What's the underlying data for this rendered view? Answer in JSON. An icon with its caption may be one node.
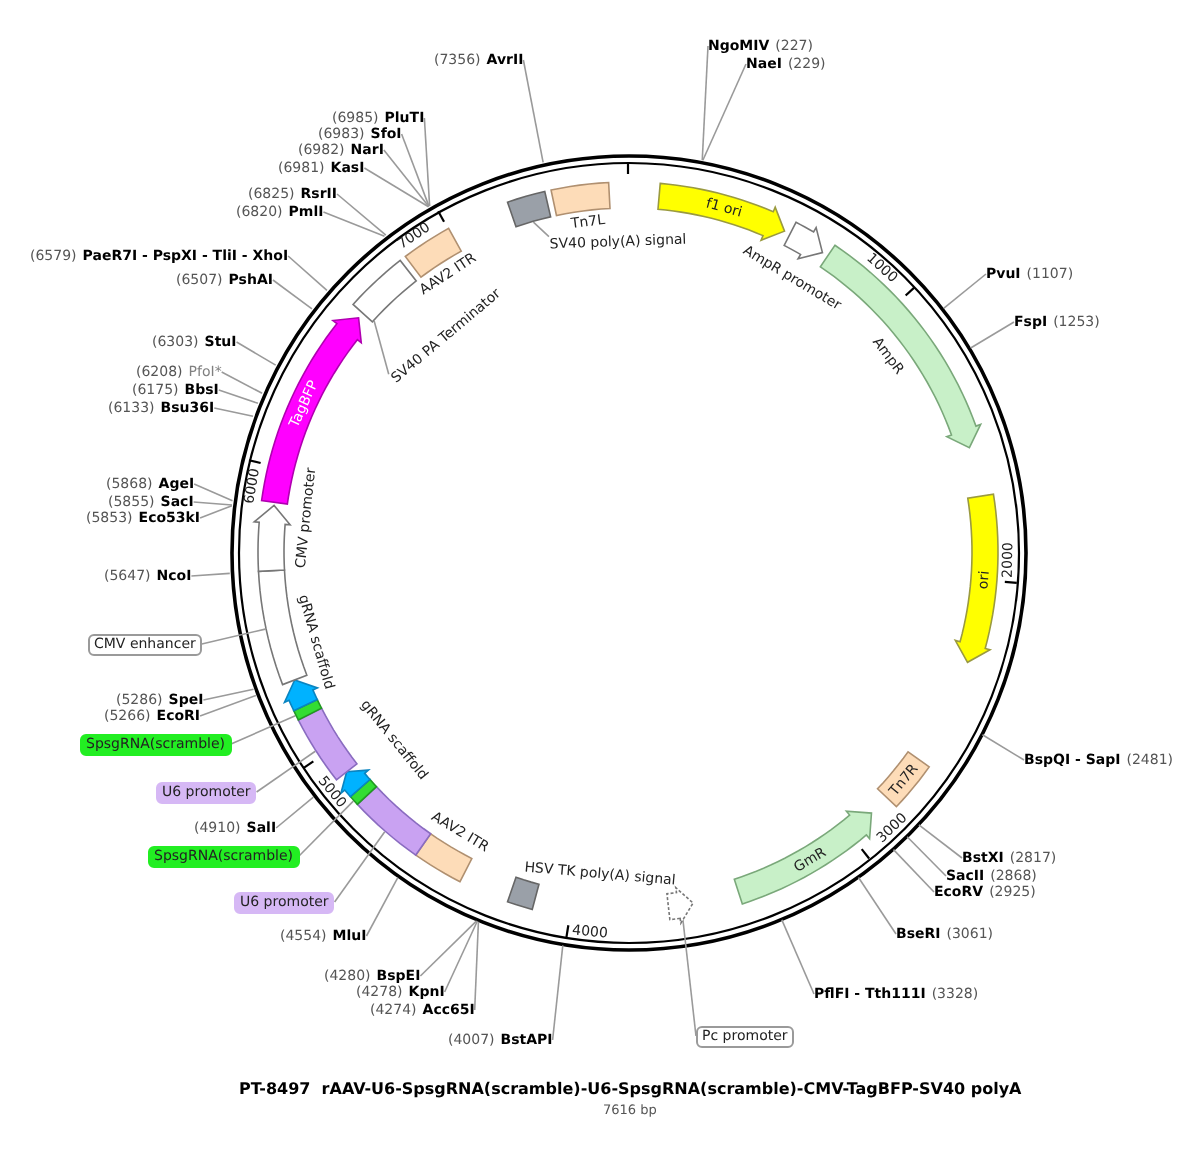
{
  "diagram": {
    "title": "PT-8497  rAAV-U6-SpsgRNA(scramble)-U6-SpsgRNA(scramble)-CMV-TagBFP-SV40 polyA",
    "caption": "7616 bp",
    "nodes": [
      {
        "text": [],
        "shape": "circle"
      },
      {
        "text": [
          "f1 ori"
        ],
        "in": 0
      },
      {
        "text": [
          "AmpR promoter"
        ],
        "in": 0
      },
      {
        "text": [
          "AmpR"
        ],
        "in": 0
      },
      {
        "text": [
          "ori"
        ],
        "in": 0
      },
      {
        "text": [
          "Tn7R"
        ],
        "in": 0
      },
      {
        "text": [
          "GmR"
        ],
        "in": 0
      },
      {
        "text": [],
        "shape": "arrow",
        "in": 0
      },
      {
        "text": [
          "HSV TK poly(A) signal"
        ],
        "in": 0
      },
      {
        "text": [
          "AAV2 ITR"
        ],
        "in": 0
      },
      {
        "text": [],
        "shape": "bar",
        "in": 0
      },
      {
        "text": [],
        "shape": "bar",
        "in": 0
      },
      {
        "text": [
          "gRNA scaffold"
        ],
        "in": 0
      },
      {
        "text": [],
        "shape": "bar",
        "in": 0
      },
      {
        "text": [],
        "shape": "bar",
        "in": 0
      },
      {
        "text": [
          "gRNA scaffold"
        ],
        "in": 0
      },
      {
        "text": [],
        "shape": "bar",
        "in": 0
      },
      {
        "text": [
          "CMV promoter"
        ],
        "in": 0
      },
      {
        "text": [
          "TagBFP"
        ],
        "in": 0
      },
      {
        "text": [],
        "shape": "box",
        "in": 0
      },
      {
        "text": [
          "AAV2 ITR"
        ],
        "in": 0
      },
      {
        "text": [],
        "shape": "box",
        "in": 0
      },
      {
        "text": [
          "Tn7L"
        ],
        "in": 0
      },
      {
        "text": [
          "NgoMIV"
        ],
        "beside": [
          "(227)"
        ]
      },
      {
        "text": [
          "NaeI"
        ],
        "beside": [
          "(229)"
        ]
      },
      {
        "text": [
          "PvuI"
        ],
        "beside": [
          "(1107)"
        ]
      },
      {
        "text": [
          "FspI"
        ],
        "beside": [
          "(1253)"
        ]
      },
      {
        "text": [
          "BspQI - SapI"
        ],
        "beside": [
          "(2481)"
        ]
      },
      {
        "text": [
          "BstXI"
        ],
        "beside": [
          "(2817)"
        ]
      },
      {
        "text": [
          "SacII"
        ],
        "beside": [
          "(2868)"
        ]
      },
      {
        "text": [
          "EcoRV"
        ],
        "beside": [
          "(2925)"
        ]
      },
      {
        "text": [
          "BseRI"
        ],
        "beside": [
          "(3061)"
        ]
      },
      {
        "text": [
          "PflFI - Tth111I"
        ],
        "beside": [
          "(3328)"
        ]
      },
      {
        "text": [
          "Pc promoter"
        ]
      },
      {
        "text": [
          "BstAPI"
        ],
        "beside": [
          "(4007)"
        ]
      },
      {
        "text": [
          "BspEI"
        ],
        "beside": [
          "(4280)"
        ]
      },
      {
        "text": [
          "KpnI"
        ],
        "beside": [
          "(4278)"
        ]
      },
      {
        "text": [
          "Acc65I"
        ],
        "beside": [
          "(4274)"
        ]
      },
      {
        "text": [
          "MluI"
        ],
        "beside": [
          "(4554)"
        ]
      },
      {
        "text": [
          "U6 promoter"
        ]
      },
      {
        "text": [
          "SpsgRNA(scramble)"
        ]
      },
      {
        "text": [
          "SalI"
        ],
        "beside": [
          "(4910)"
        ]
      },
      {
        "text": [
          "U6 promoter"
        ]
      },
      {
        "text": [
          "SpsgRNA(scramble)"
        ]
      },
      {
        "text": [
          "EcoRI"
        ],
        "beside": [
          "(5266)"
        ]
      },
      {
        "text": [
          "SpeI"
        ],
        "beside": [
          "(5286)"
        ]
      },
      {
        "text": [
          "CMV enhancer"
        ]
      },
      {
        "text": [
          "NcoI"
        ],
        "beside": [
          "(5647)"
        ]
      },
      {
        "text": [
          "Eco53kI"
        ],
        "beside": [
          "(5853)"
        ]
      },
      {
        "text": [
          "SacI"
        ],
        "beside": [
          "(5855)"
        ]
      },
      {
        "text": [
          "AgeI"
        ],
        "beside": [
          "(5868)"
        ]
      },
      {
        "text": [
          "Bsu36I"
        ],
        "beside": [
          "(6133)"
        ]
      },
      {
        "text": [
          "BbsI"
        ],
        "beside": [
          "(6175)"
        ]
      },
      {
        "text": [
          "PfoI*"
        ],
        "beside": [
          "(6208)"
        ]
      },
      {
        "text": [
          "StuI"
        ],
        "beside": [
          "(6303)"
        ]
      },
      {
        "text": [
          "PshAI"
        ],
        "beside": [
          "(6507)"
        ]
      },
      {
        "text": [
          "PaeR7I - PspXI - TliI - XhoI"
        ],
        "beside": [
          "(6579)"
        ]
      },
      {
        "text": [
          "PmlI"
        ],
        "beside": [
          "(6820)"
        ]
      },
      {
        "text": [
          "RsrII"
        ],
        "beside": [
          "(6825)"
        ]
      },
      {
        "text": [
          "KasI"
        ],
        "beside": [
          "(6981)"
        ]
      },
      {
        "text": [
          "NarI"
        ],
        "beside": [
          "(6982)"
        ]
      },
      {
        "text": [
          "SfoI"
        ],
        "beside": [
          "(6983)"
        ]
      },
      {
        "text": [
          "PluTI"
        ],
        "beside": [
          "(6985)"
        ]
      },
      {
        "text": [
          "AvrII"
        ],
        "beside": [
          "(7356)"
        ]
      },
      {
        "text": [
          "SV40 PA Terminator"
        ],
        "in": 0
      },
      {
        "text": [
          "SV40 poly(A) signal"
        ],
        "in": 0
      }
    ],
    "edges": [
      {
        "from": 23,
        "to": 0,
        "arrow": "none"
      },
      {
        "from": 24,
        "to": 0,
        "arrow": "none"
      },
      {
        "from": 25,
        "to": 0,
        "arrow": "none"
      },
      {
        "from": 26,
        "to": 0,
        "arrow": "none"
      },
      {
        "from": 27,
        "to": 0,
        "arrow": "none"
      },
      {
        "from": 28,
        "to": 0,
        "arrow": "none"
      },
      {
        "from": 29,
        "to": 0,
        "arrow": "none"
      },
      {
        "from": 30,
        "to": 0,
        "arrow": "none"
      },
      {
        "from": 31,
        "to": 0,
        "arrow": "none"
      },
      {
        "from": 32,
        "to": 0,
        "arrow": "none"
      },
      {
        "from": 33,
        "to": 7,
        "arrow": "none"
      },
      {
        "from": 34,
        "to": 0,
        "arrow": "none"
      },
      {
        "from": 35,
        "to": 0,
        "arrow": "none"
      },
      {
        "from": 36,
        "to": 0,
        "arrow": "none"
      },
      {
        "from": 37,
        "to": 0,
        "arrow": "none"
      },
      {
        "from": 38,
        "to": 0,
        "arrow": "none"
      },
      {
        "from": 39,
        "to": 10,
        "arrow": "none"
      },
      {
        "from": 40,
        "to": 11,
        "arrow": "none"
      },
      {
        "from": 41,
        "to": 0,
        "arrow": "none"
      },
      {
        "from": 42,
        "to": 13,
        "arrow": "none"
      },
      {
        "from": 43,
        "to": 14,
        "arrow": "none"
      },
      {
        "from": 44,
        "to": 0,
        "arrow": "none"
      },
      {
        "from": 45,
        "to": 0,
        "arrow": "none"
      },
      {
        "from": 46,
        "to": 16,
        "arrow": "none"
      },
      {
        "from": 47,
        "to": 0,
        "arrow": "none"
      },
      {
        "from": 48,
        "to": 0,
        "arrow": "none"
      },
      {
        "from": 49,
        "to": 0,
        "arrow": "none"
      },
      {
        "from": 50,
        "to": 0,
        "arrow": "none"
      },
      {
        "from": 51,
        "to": 0,
        "arrow": "none"
      },
      {
        "from": 52,
        "to": 0,
        "arrow": "none"
      },
      {
        "from": 53,
        "to": 0,
        "arrow": "none"
      },
      {
        "from": 54,
        "to": 0,
        "arrow": "none"
      },
      {
        "from": 55,
        "to": 0,
        "arrow": "none"
      },
      {
        "from": 56,
        "to": 0,
        "arrow": "none"
      },
      {
        "from": 57,
        "to": 0,
        "arrow": "none"
      },
      {
        "from": 58,
        "to": 0,
        "arrow": "none"
      },
      {
        "from": 59,
        "to": 0,
        "arrow": "none"
      },
      {
        "from": 60,
        "to": 0,
        "arrow": "none"
      },
      {
        "from": 61,
        "to": 0,
        "arrow": "none"
      },
      {
        "from": 62,
        "to": 0,
        "arrow": "none"
      },
      {
        "from": 63,
        "to": 0,
        "arrow": "none"
      },
      {
        "from": 64,
        "to": 19,
        "arrow": "none"
      },
      {
        "from": 65,
        "to": 21,
        "arrow": "none"
      }
    ],
    "labels": [
      "1000",
      "2000",
      "3000",
      "4000",
      "5000",
      "6000",
      "7000"
    ]
  }
}
